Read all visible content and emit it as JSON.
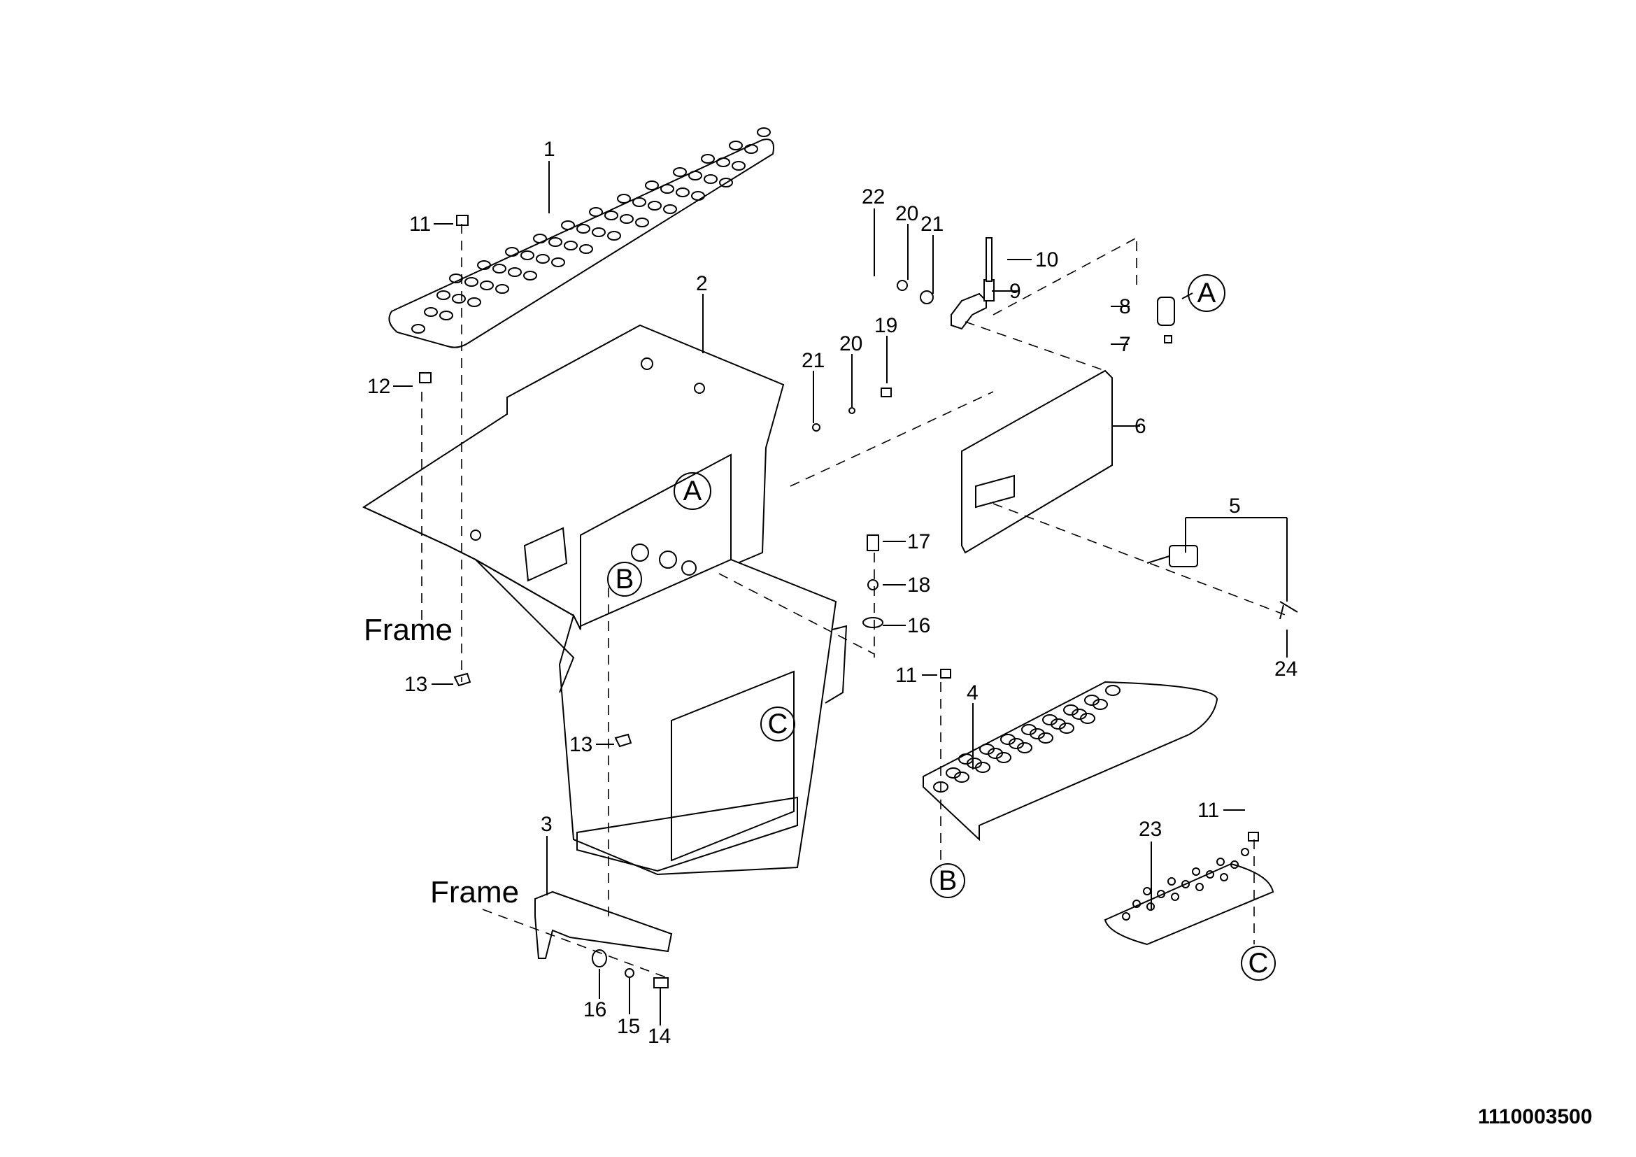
{
  "diagram": {
    "part_labels": [
      {
        "id": "p1",
        "text": "1"
      },
      {
        "id": "p11a",
        "text": "11"
      },
      {
        "id": "p2",
        "text": "2"
      },
      {
        "id": "p12",
        "text": "12"
      },
      {
        "id": "p22",
        "text": "22"
      },
      {
        "id": "p20a",
        "text": "20"
      },
      {
        "id": "p21a",
        "text": "21"
      },
      {
        "id": "p10",
        "text": "10"
      },
      {
        "id": "p9",
        "text": "9"
      },
      {
        "id": "p8",
        "text": "8"
      },
      {
        "id": "p7",
        "text": "7"
      },
      {
        "id": "p21b",
        "text": "21"
      },
      {
        "id": "p20b",
        "text": "20"
      },
      {
        "id": "p19",
        "text": "19"
      },
      {
        "id": "p6",
        "text": "6"
      },
      {
        "id": "p5",
        "text": "5"
      },
      {
        "id": "p17",
        "text": "17"
      },
      {
        "id": "p18",
        "text": "18"
      },
      {
        "id": "p16a",
        "text": "16"
      },
      {
        "id": "p24",
        "text": "24"
      },
      {
        "id": "p13a",
        "text": "13"
      },
      {
        "id": "p11b",
        "text": "11"
      },
      {
        "id": "p4",
        "text": "4"
      },
      {
        "id": "p13b",
        "text": "13"
      },
      {
        "id": "p11c",
        "text": "11"
      },
      {
        "id": "p3",
        "text": "3"
      },
      {
        "id": "p23",
        "text": "23"
      },
      {
        "id": "p16b",
        "text": "16"
      },
      {
        "id": "p15",
        "text": "15"
      },
      {
        "id": "p14",
        "text": "14"
      }
    ],
    "frame_labels": [
      "Frame",
      "Frame"
    ],
    "reference_markers": [
      "A",
      "A",
      "B",
      "B",
      "C",
      "C"
    ],
    "document_number": "1110003500"
  }
}
